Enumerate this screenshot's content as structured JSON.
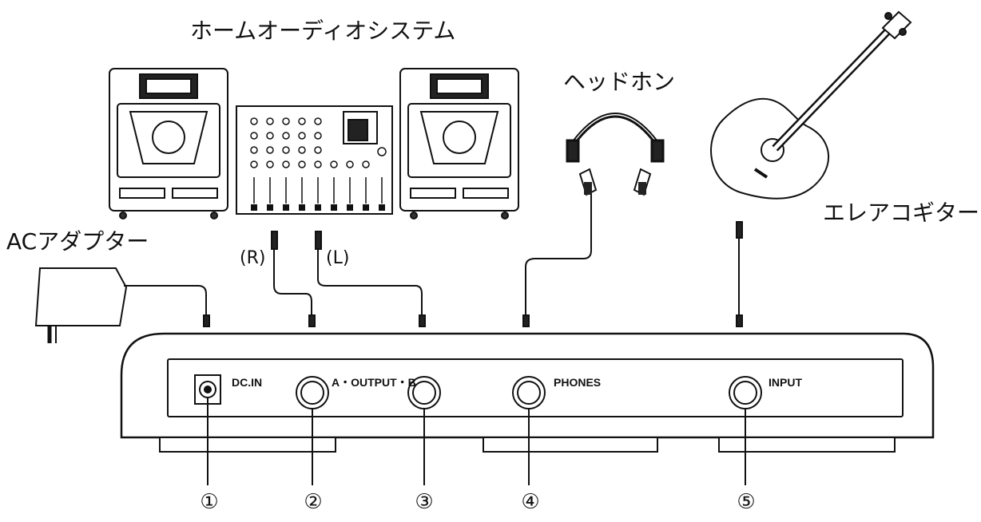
{
  "labels": {
    "home_audio": "ホームオーディオシステム",
    "headphones": "ヘッドホン",
    "guitar": "エレアコギター",
    "ac_adapter": "ACアダプター",
    "right_channel": "(R)",
    "left_channel": "(L)"
  },
  "panel": {
    "dc_in": "DC.IN",
    "output": "A・OUTPUT・B",
    "phones": "PHONES",
    "input": "INPUT"
  },
  "jack_numbers": [
    "①",
    "②",
    "③",
    "④",
    "⑤"
  ]
}
